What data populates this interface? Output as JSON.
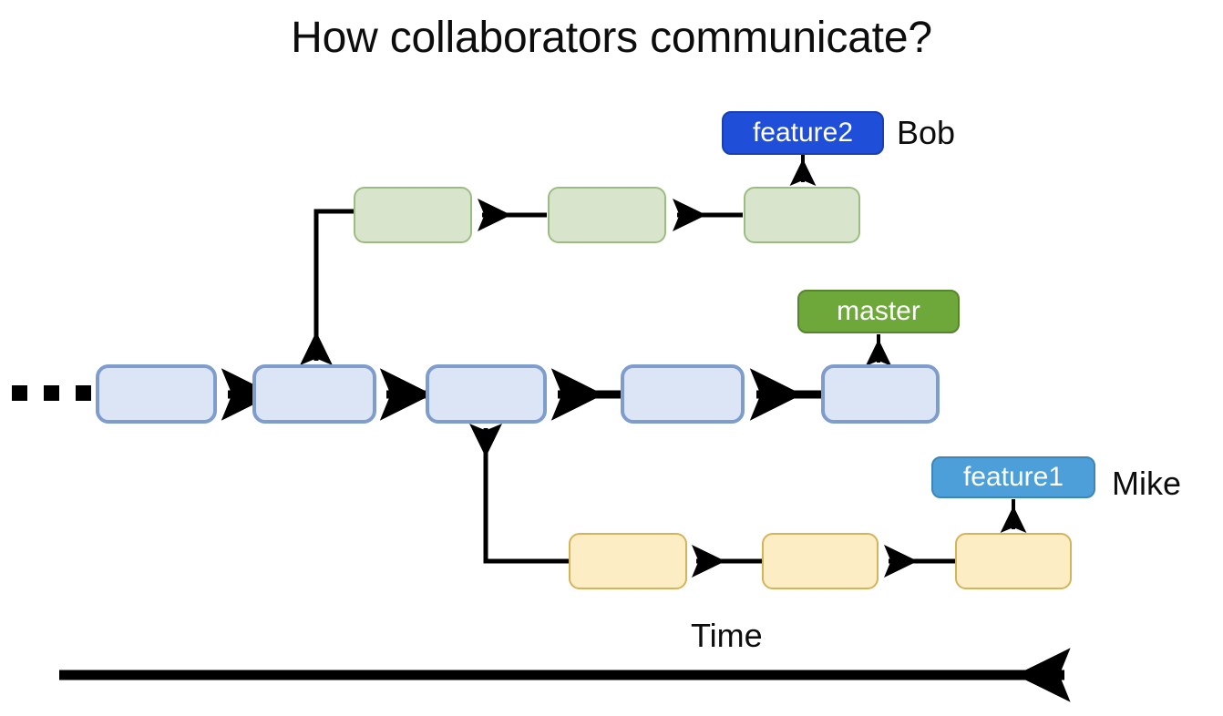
{
  "page": {
    "title": "How collaborators communicate?",
    "background": "#ffffff"
  },
  "diagram": {
    "type": "git-branch-timeline",
    "axis": {
      "label": "Time",
      "direction": "left-to-right"
    },
    "ellipsis": {
      "name": "history-ellipsis",
      "dots": 3,
      "meaning": "earlier commits"
    },
    "branches": [
      {
        "id": "feature2",
        "badge_label": "feature2",
        "owner_label": "Bob",
        "badge_color": "#1f4fd8",
        "badge_text_color": "#ffffff",
        "commit_fill": "#d8e5cc",
        "commit_border": "#9cbd82",
        "commit_count": 3,
        "merges_into": "master"
      },
      {
        "id": "master",
        "badge_label": "master",
        "owner_label": "",
        "badge_color": "#6ea83a",
        "badge_text_color": "#ffffff",
        "commit_fill": "#dbe5f6",
        "commit_border": "#7e9ccc",
        "commit_count": 5,
        "merges_into": ""
      },
      {
        "id": "feature1",
        "badge_label": "feature1",
        "owner_label": "Mike",
        "badge_color": "#4c9fd8",
        "badge_text_color": "#ffffff",
        "commit_fill": "#fcedc5",
        "commit_border": "#d5b358",
        "commit_count": 3,
        "merges_into": "master"
      }
    ]
  }
}
